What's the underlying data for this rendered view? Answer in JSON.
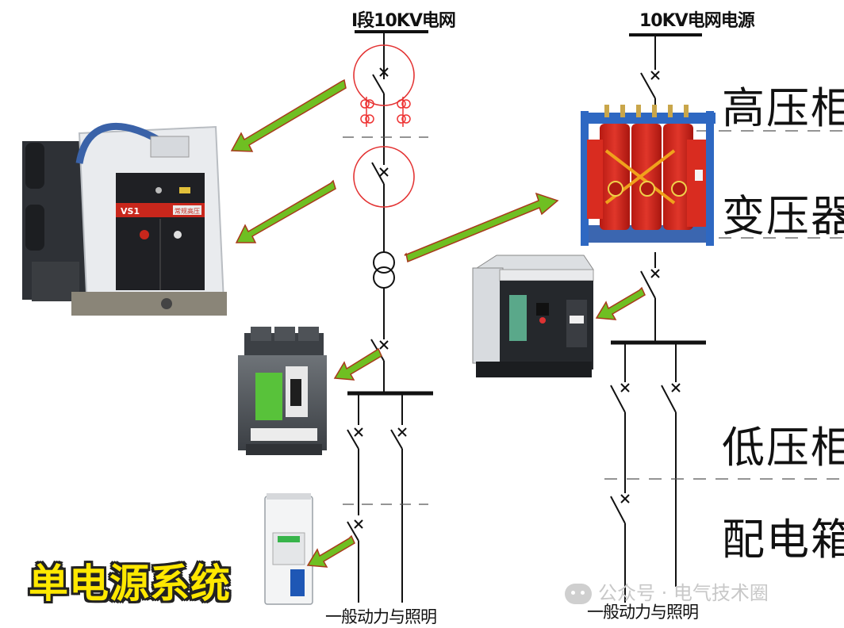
{
  "sources": {
    "left": "I段10KV电网",
    "right": "10KV电网电源"
  },
  "sections": {
    "high_voltage": "高压柜",
    "transformer": "变压器",
    "low_voltage": "低压柜",
    "distribution_box": "配电箱"
  },
  "loads": {
    "left": "一般动力与照明",
    "right": "一般动力与照明"
  },
  "title": "单电源系统",
  "watermark": "公众号 · 电气技术圈",
  "device_labels": {
    "vs1": "VS1",
    "vs1_badge": "常规高压"
  },
  "colors": {
    "arrow_green": "#6fbf22",
    "arrow_outline": "#a83a1c",
    "title_yellow": "#ffe800",
    "transformer_red": "#d8261c",
    "highlight_circle": "#e33333"
  }
}
